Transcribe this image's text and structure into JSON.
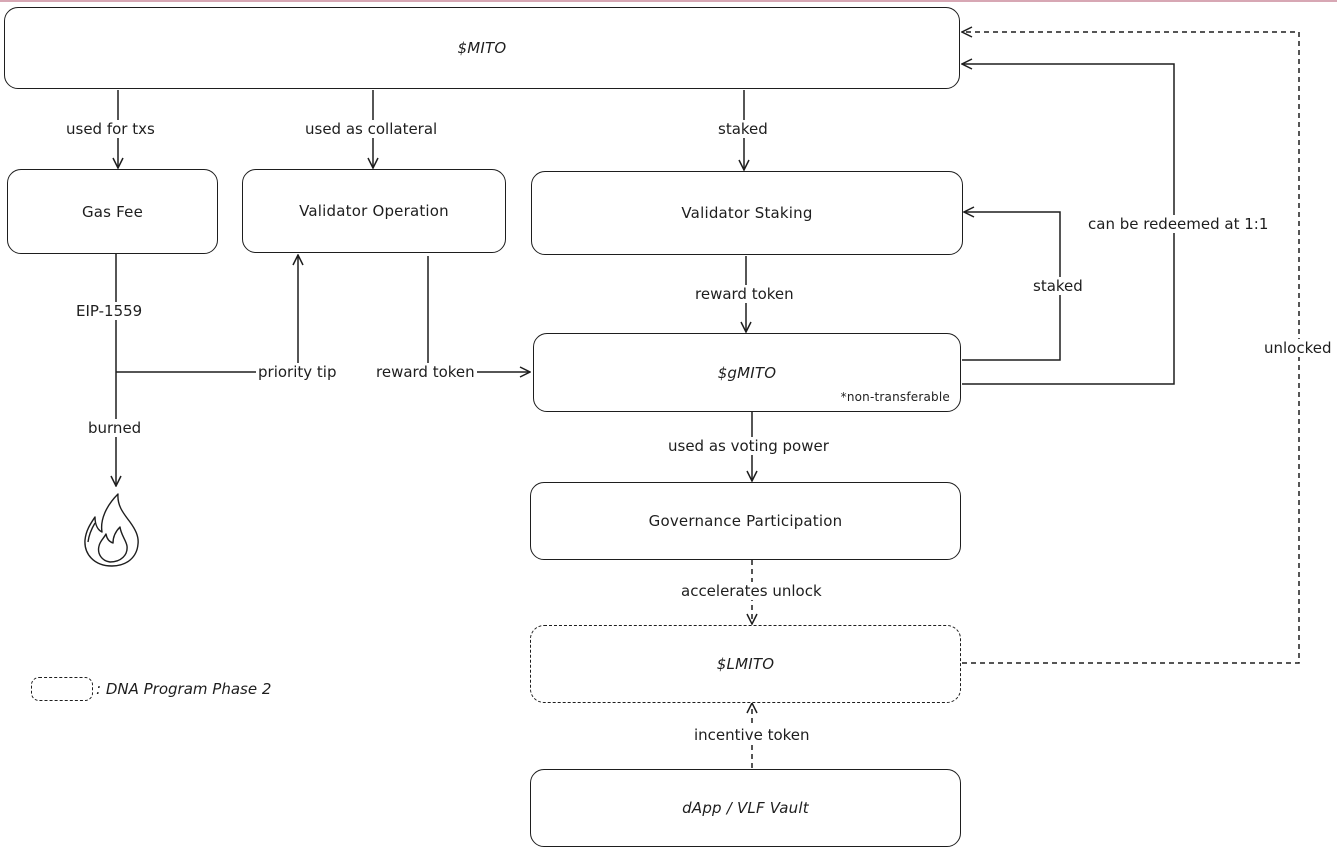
{
  "nodes": {
    "mito": "$MITO",
    "gas_fee": "Gas Fee",
    "validator_operation": "Validator Operation",
    "validator_staking": "Validator Staking",
    "gmito": "$gMITO",
    "gmito_note": "*non-transferable",
    "governance": "Governance Participation",
    "lmito": "$LMITO",
    "dapp_vault": "dApp / VLF Vault"
  },
  "edges": {
    "used_for_txs": "used for txs",
    "used_as_collateral": "used as collateral",
    "staked_top": "staked",
    "eip1559": "EIP-1559",
    "priority_tip": "priority tip",
    "burned": "burned",
    "reward_token_left": "reward token",
    "reward_token_mid": "reward token",
    "staked_loop": "staked",
    "redeemed": "can be redeemed at 1:1",
    "unlocked": "unlocked",
    "voting_power": "used as voting power",
    "accelerates_unlock": "accelerates unlock",
    "incentive_token": "incentive token"
  },
  "legend": {
    "text": ": DNA Program Phase 2"
  },
  "icons": {
    "burn": "fire-icon"
  }
}
